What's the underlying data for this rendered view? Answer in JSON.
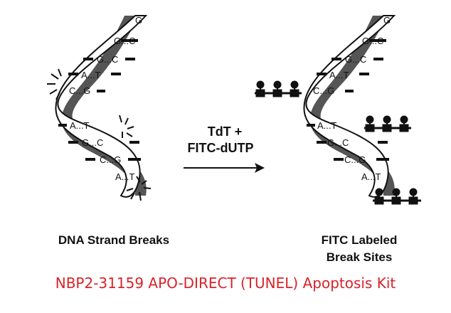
{
  "colors": {
    "strand_dark": "#555555",
    "strand_light": "#ffffff",
    "outline": "#111111",
    "product": "#d8232a"
  },
  "left_helix": {
    "base_pairs": [
      "G",
      "G...C",
      "G...C",
      "A...T",
      "C...G",
      "A...T",
      "G...C",
      "C...G",
      "A...T"
    ]
  },
  "right_helix": {
    "base_pairs": [
      "G",
      "G...C",
      "G...C",
      "A...T",
      "C...G",
      "A...T",
      "G...C",
      "C...G",
      "A...T"
    ]
  },
  "arrow": {
    "line1": "TdT +",
    "line2": "FITC-dUTP"
  },
  "captions": {
    "left": "DNA Strand Breaks",
    "right_line1": "FITC Labeled",
    "right_line2": "Break Sites"
  },
  "product_title": "NBP2-31159  APO-DIRECT (TUNEL) Apoptosis Kit",
  "icons": [
    "break-mark-icon",
    "fitc-label-icon",
    "arrow-right-icon"
  ]
}
